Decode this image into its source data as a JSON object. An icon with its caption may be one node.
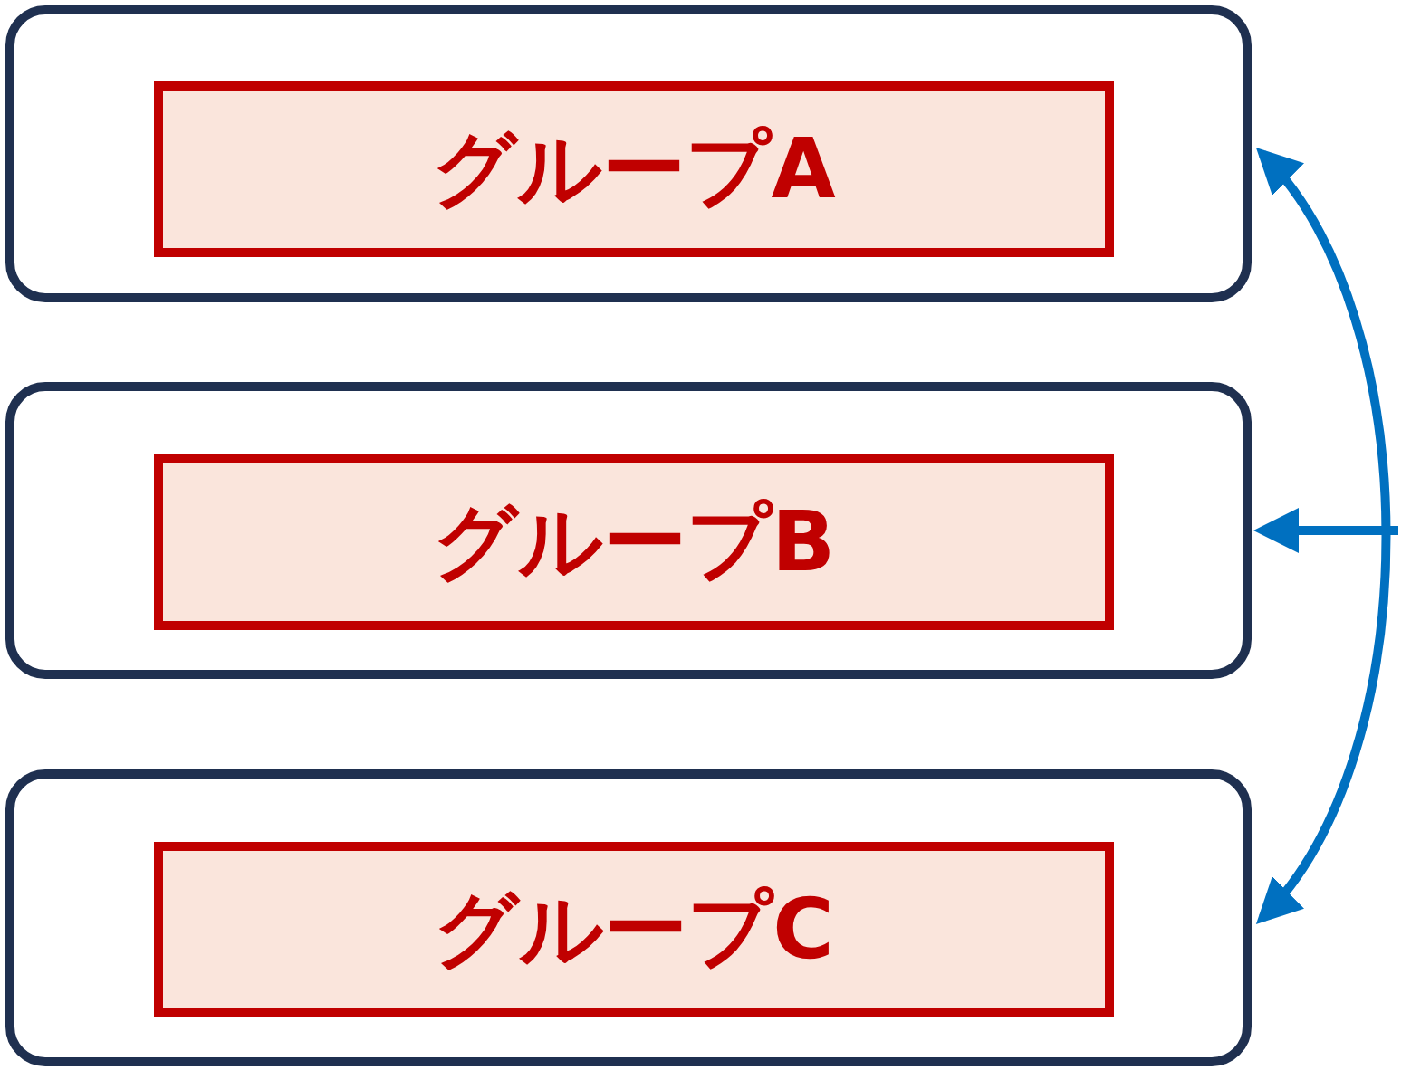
{
  "diagram": {
    "nodes": [
      {
        "text": [],
        "shape": "box"
      },
      {
        "text": [
          "グループA"
        ],
        "in": 0
      },
      {
        "text": [],
        "shape": "box"
      },
      {
        "text": [
          "グループB"
        ],
        "in": 2
      },
      {
        "text": [],
        "shape": "box"
      },
      {
        "text": [
          "グループC"
        ],
        "in": 4
      }
    ],
    "edges": [
      {
        "from": 0,
        "to": 4,
        "arrow": "both"
      },
      {
        "from": null,
        "to": 2,
        "arrow": "to"
      }
    ]
  }
}
